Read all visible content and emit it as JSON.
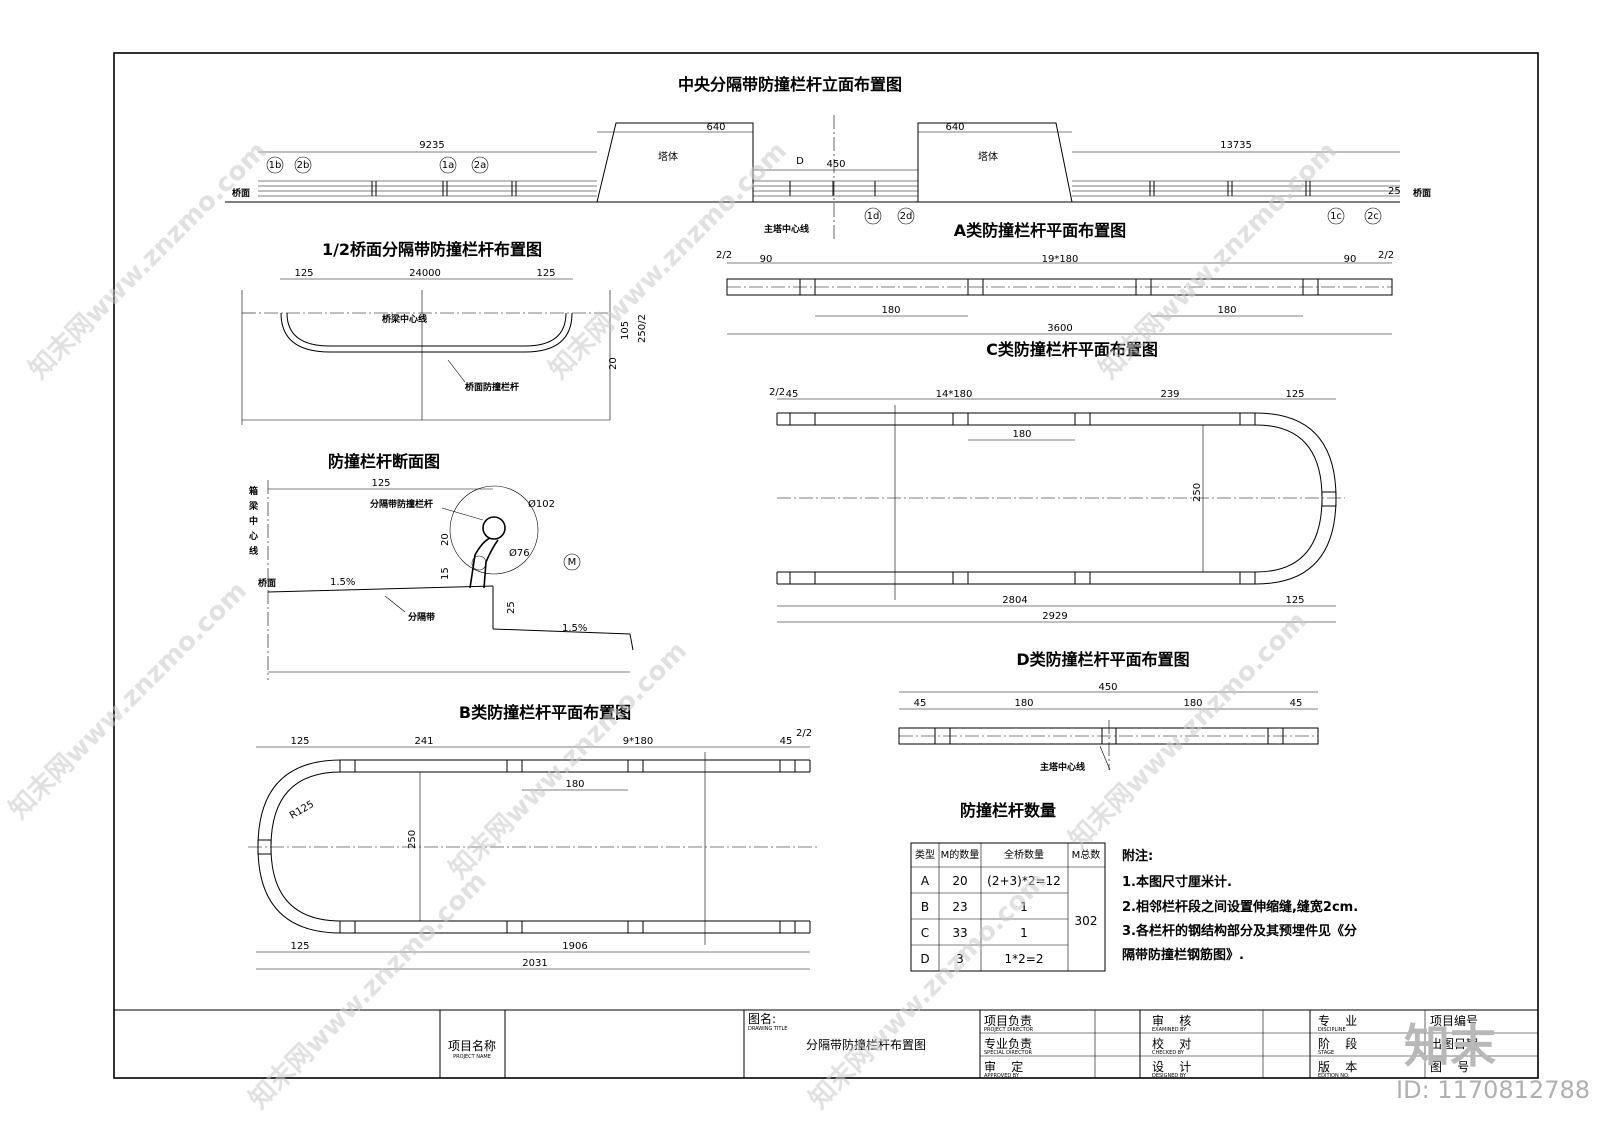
{
  "elevation": {
    "title": "中央分隔带防撞栏杆立面布置图",
    "dim_left": "9235",
    "dim_tower1": "640",
    "dim_tower2": "640",
    "dim_right": "13735",
    "dim_mid_label": "D",
    "dim_mid": "450",
    "tower_label1": "塔体",
    "tower_label2": "塔体",
    "deck_left": "桥面",
    "deck_right": "桥面",
    "main_tower_cl": "主塔中心线",
    "markers": [
      "1b",
      "2b",
      "1a",
      "2a",
      "1d",
      "2d",
      "1c",
      "2c"
    ],
    "dim_25": "25"
  },
  "half_plan": {
    "title": "1/2桥面分隔带防撞栏杆布置图",
    "dim_125a": "125",
    "dim_24000": "24000",
    "dim_125b": "125",
    "bridge_cl": "桥梁中心线",
    "dim_105": "105",
    "dim_250_2": "250/2",
    "dim_20": "20",
    "rail_label": "桥面防撞栏杆"
  },
  "type_a": {
    "title": "A类防撞栏杆平面布置图",
    "mark_l": "2/2",
    "mark_r": "2/2",
    "dim_90a": "90",
    "dim_19x180": "19*180",
    "dim_90b": "90",
    "dim_180a": "180",
    "dim_180b": "180",
    "dim_3600": "3600"
  },
  "type_c": {
    "title": "C类防撞栏杆平面布置图",
    "mark": "2/2",
    "dim_45": "45",
    "dim_14x180": "14*180",
    "dim_239": "239",
    "dim_125a": "125",
    "dim_180": "180",
    "dim_250": "250",
    "dim_2804": "2804",
    "dim_125b": "125",
    "dim_2929": "2929"
  },
  "section": {
    "title": "防撞栏杆断面图",
    "dim_125": "125",
    "center_line_v": "箱梁中心线",
    "rail_label": "分隔带防撞栏杆",
    "dia_102": "Ø102",
    "dia_76": "Ø76",
    "m_label": "M",
    "dim_20": "20",
    "dim_15": "15",
    "deck": "桥面",
    "slope_1": "1.5%",
    "median": "分隔带",
    "dim_25": "25",
    "slope_2": "1.5%"
  },
  "type_d": {
    "title": "D类防撞栏杆平面布置图",
    "dim_450": "450",
    "dim_45a": "45",
    "dim_180a": "180",
    "dim_180b": "180",
    "dim_45b": "45",
    "main_tower_cl": "主塔中心线"
  },
  "type_b": {
    "title": "B类防撞栏杆平面布置图",
    "dim_125a": "125",
    "dim_241": "241",
    "dim_9x180": "9*180",
    "dim_45": "45",
    "mark": "2/2",
    "dim_180": "180",
    "radius": "R125",
    "dim_250": "250",
    "dim_125b": "125",
    "dim_1906": "1906",
    "dim_2031": "2031"
  },
  "quantity": {
    "title": "防撞栏杆数量",
    "headers": [
      "类型",
      "M的数量",
      "全桥数量",
      "M总数"
    ],
    "rows": [
      [
        "A",
        "20",
        "(2+3)*2=12"
      ],
      [
        "B",
        "23",
        "1"
      ],
      [
        "C",
        "33",
        "1"
      ],
      [
        "D",
        "3",
        "1*2=2"
      ]
    ],
    "total": "302"
  },
  "notes": {
    "heading": "附注:",
    "lines": [
      "1.本图尺寸厘米计.",
      "2.相邻栏杆段之间设置伸缩缝,缝宽2cm.",
      "3.各栏杆的钢结构部分及其预埋件见《分",
      "隔带防撞栏钢筋图》."
    ]
  },
  "title_block": {
    "project_name": "项目名称",
    "project_name_en": "PROJECT NAME",
    "drawing_label": "图名:",
    "drawing_label_en": "DRAWING TITLE",
    "drawing_title": "分隔带防撞栏杆布置图",
    "cells": [
      {
        "cn": "项目负责",
        "en": "PROJECT DIRECTOR"
      },
      {
        "cn": "专业负责",
        "en": "SPECIAL DIRECTOR"
      },
      {
        "cn": "审    定",
        "en": "APPROVED BY"
      },
      {
        "cn": "审    核",
        "en": "EXAMINED BY"
      },
      {
        "cn": "校    对",
        "en": "CHECKED BY"
      },
      {
        "cn": "设    计",
        "en": "DESIGNED BY"
      },
      {
        "cn": "专    业",
        "en": "DISCIPLINE"
      },
      {
        "cn": "阶    段",
        "en": "STAGE"
      },
      {
        "cn": "版    本",
        "en": "EDITION NO."
      },
      {
        "cn": "项目编号",
        "en": ""
      },
      {
        "cn": "出图日期",
        "en": ""
      },
      {
        "cn": "图    号",
        "en": ""
      }
    ]
  },
  "watermark": {
    "text": "知末网www.znzmo.com",
    "logo": "知末",
    "id": "ID: 1170812788"
  }
}
